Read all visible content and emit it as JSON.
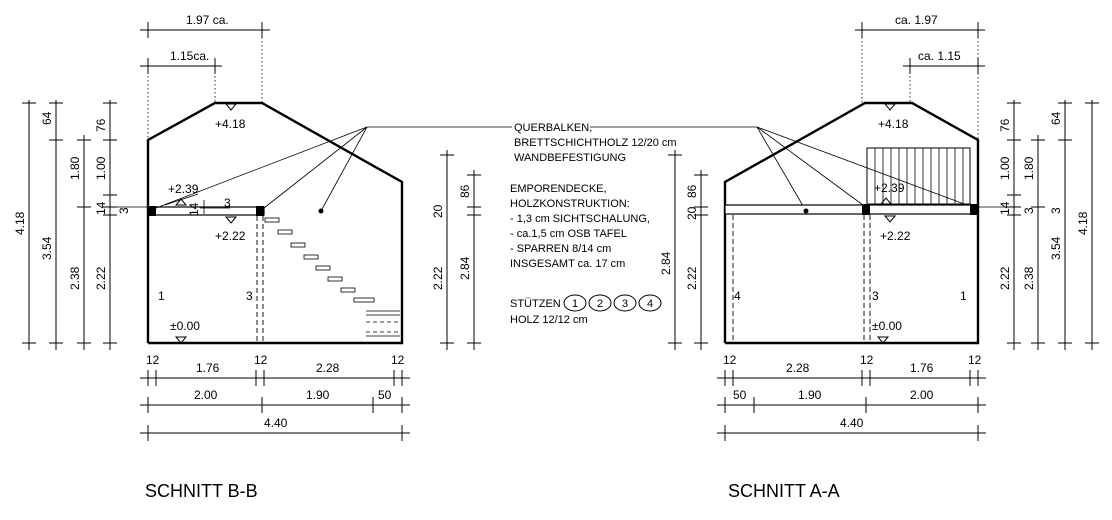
{
  "notes": {
    "querbalken": [
      "QUERBALKEN,",
      "BRETTSCHICHTHOLZ 12/20 cm",
      "WANDBEFESTIGUNG"
    ],
    "emporendecke": [
      "EMPORENDECKE,",
      "HOLZKONSTRUKTION:",
      "- 1,3 cm SICHTSCHALUNG,",
      "- ca.1,5 cm OSB TAFEL",
      "- SPARREN 8/14 cm",
      "INSGESAMT ca. 17 cm"
    ],
    "stuetzen_label": "STÜTZEN",
    "stuetzen_numbers": [
      "1",
      "2",
      "3",
      "4"
    ],
    "holz": "HOLZ 12/12 cm"
  },
  "section_bb": {
    "title": "SCHNITT B-B",
    "top_dims": {
      "ridge_width": "1.97 ca.",
      "half_ridge": "1.15ca."
    },
    "levels": {
      "ridge": "+4.18",
      "gallery_top": "+2.39",
      "gallery": "+2.22",
      "floor": "±0.00"
    },
    "column_labels": [
      "1",
      "3"
    ],
    "left_dims": [
      "4.18",
      "3.54",
      "64",
      "2.38",
      "14",
      "3",
      "76",
      "1.80",
      "1.00",
      "2.22",
      "3"
    ],
    "right_dims": [
      "86",
      "20",
      "2.22",
      "2.84"
    ],
    "inner_dims": [
      "14",
      "3"
    ],
    "bottom_row1": [
      "12",
      "1.76",
      "12",
      "2.28",
      "12"
    ],
    "bottom_row2": [
      "2.00",
      "1.90",
      "50"
    ],
    "bottom_row3": [
      "4.40"
    ]
  },
  "section_aa": {
    "title": "SCHNITT A-A",
    "top_dims": {
      "ridge_width": "ca. 1.97",
      "half_ridge": "ca. 1.15"
    },
    "levels": {
      "ridge": "+4.18",
      "gallery_top": "+2.39",
      "gallery": "+2.22",
      "floor": "±0.00"
    },
    "column_labels": [
      "4",
      "3",
      "1"
    ],
    "left_dims": [
      "86",
      "20",
      "2.84",
      "2.22"
    ],
    "right_dims": [
      "76",
      "1.80",
      "1.00",
      "14",
      "3",
      "2.22",
      "64",
      "3",
      "3.54",
      "2.38",
      "4.18"
    ],
    "bottom_row1": [
      "12",
      "2.28",
      "12",
      "1.76",
      "12"
    ],
    "bottom_row2": [
      "50",
      "1.90",
      "2.00"
    ],
    "bottom_row3": [
      "4.40"
    ]
  }
}
